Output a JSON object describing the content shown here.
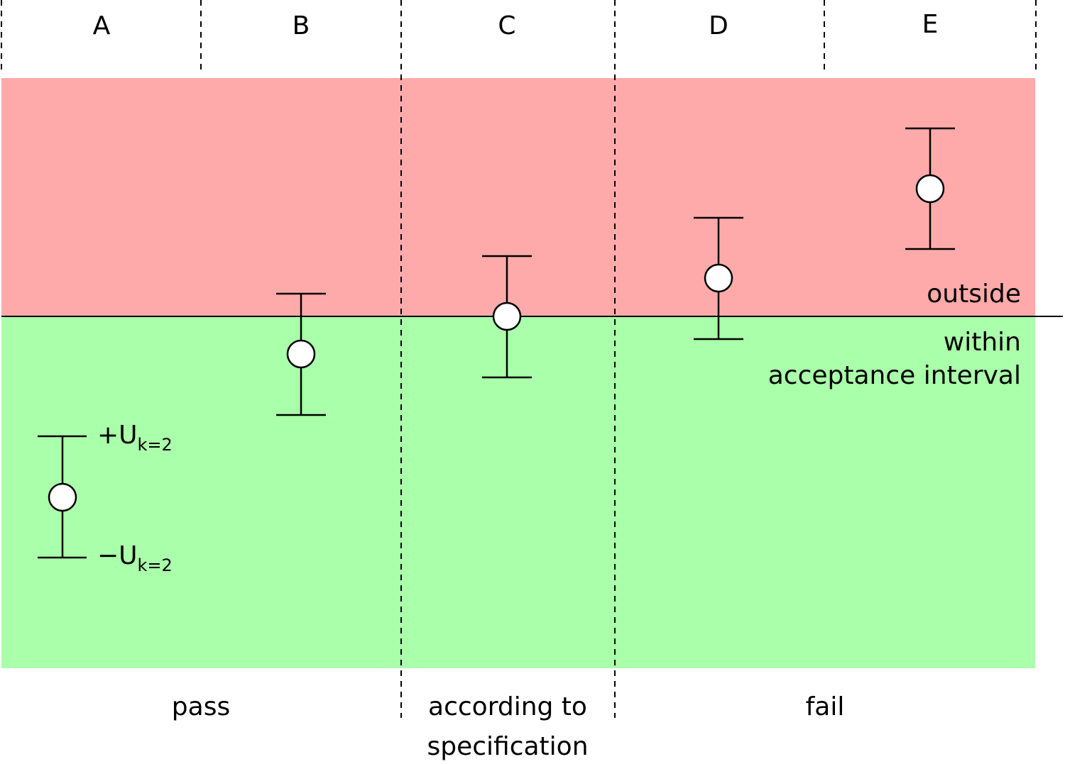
{
  "columns": [
    "A",
    "B",
    "C",
    "D",
    "E"
  ],
  "region_labels": {
    "outside": "outside",
    "within_line1": "within",
    "within_line2": "acceptance interval"
  },
  "legend": {
    "plus_prefix": "+U",
    "minus_prefix": "−U",
    "subscript": "k=2"
  },
  "decisions": {
    "pass": "pass",
    "conform_line1": "according to",
    "conform_line2": "specification",
    "fail": "fail"
  },
  "colors": {
    "outside_fill": "#ffaaaa",
    "within_fill": "#aaffaa",
    "line": "#000000",
    "marker_fill": "#ffffff"
  }
}
